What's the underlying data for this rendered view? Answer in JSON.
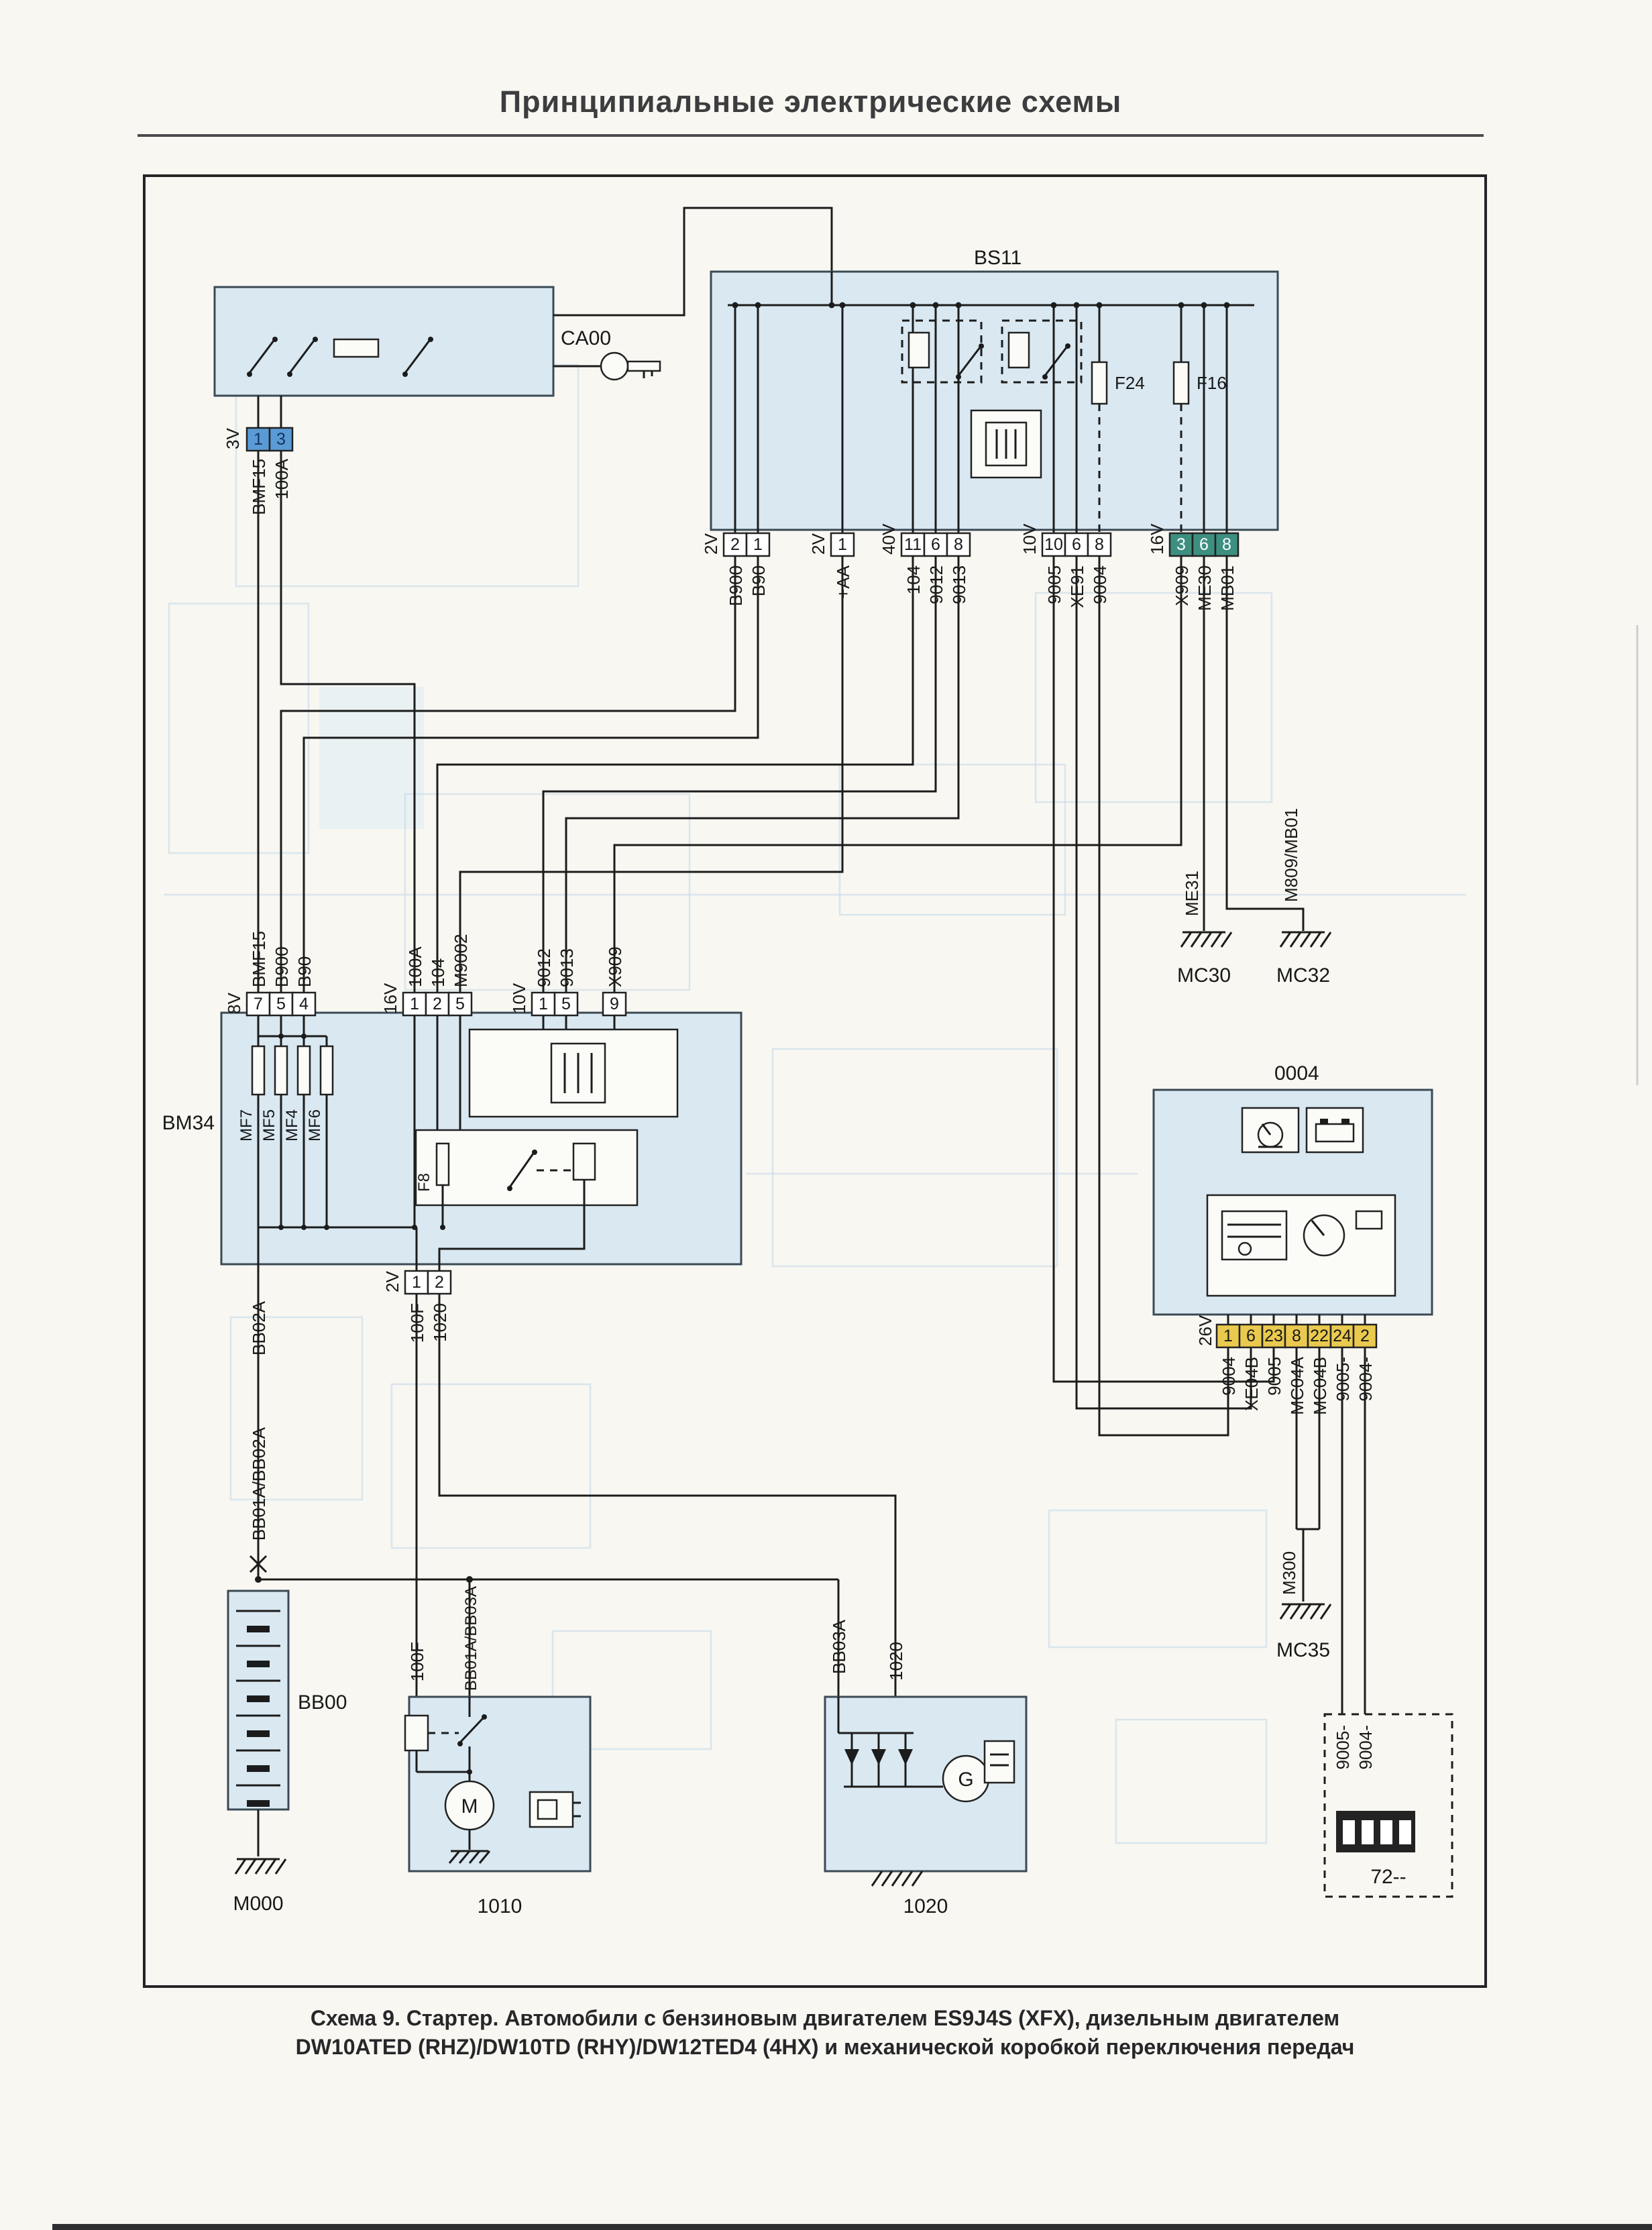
{
  "page": {
    "title": "Принципиальные электрические схемы",
    "caption_line1": "Схема 9. Стартер. Автомобили с бензиновым двигателем ES9J4S (XFX), дизельным двигателем",
    "caption_line2": "DW10ATED (RHZ)/DW10TD (RHY)/DW12TED4 (4HX) и механической коробкой переключения передач"
  },
  "colors": {
    "pin_blue": "#5b9bd5",
    "pin_green": "#3d8f80",
    "pin_yellow": "#eaca4e",
    "component_fill": "#d9e8f1",
    "wire": "#1c1c1c"
  },
  "components": {
    "ca00": "CA00",
    "bs11": "BS11",
    "f24": "F24",
    "f16": "F16",
    "bm34": "BM34",
    "mf7": "MF7",
    "mf5": "MF5",
    "mf4": "MF4",
    "mf6": "MF6",
    "f8": "F8",
    "cluster": "0004",
    "battery": "BB00",
    "starter": "1010",
    "alternator": "1020",
    "connector72": "72--",
    "motor_m": "M",
    "generator_g": "G"
  },
  "grounds": {
    "m000": "M000",
    "mc30": "MC30",
    "mc32": "MC32",
    "mc35": "MC35"
  },
  "connectors": {
    "v3": "3V",
    "v2": "2V",
    "v40": "40V",
    "v10": "10V",
    "v16": "16V",
    "v8": "8V",
    "v26": "26V"
  },
  "pins": {
    "p3v": [
      "1",
      "3"
    ],
    "bs11_2v": [
      "2",
      "1"
    ],
    "bs11_2v_b": [
      "1"
    ],
    "bs11_40v": [
      "11",
      "6",
      "8"
    ],
    "bs11_10v": [
      "10",
      "6",
      "8"
    ],
    "bs11_16v": [
      "3",
      "6",
      "8"
    ],
    "bm34_8v": [
      "7",
      "5",
      "4"
    ],
    "bm34_16v": [
      "1",
      "2",
      "5"
    ],
    "bm34_10v": [
      "1",
      "5"
    ],
    "bm34_x9": "9",
    "bm34_2v": [
      "1",
      "2"
    ],
    "cl_26v": [
      "1",
      "6",
      "23",
      "8",
      "22",
      "24",
      "2"
    ]
  },
  "wires": {
    "bmf15": "BMF15",
    "a100": "100A",
    "b900": "B900",
    "b90": "B90",
    "aa": "+AA",
    "n104": "104",
    "n9012": "9012",
    "n9013": "9013",
    "n9005": "9005",
    "xe91": "XE91",
    "n9004": "9004",
    "x909": "X909",
    "me30": "ME30",
    "mb01": "MB01",
    "m9002": "M9002",
    "me31": "ME31",
    "m809_mb01": "M809/MB01",
    "m300": "M300",
    "bb02a": "BB02A",
    "f100": "100F",
    "n1020": "1020",
    "bb01a_bb02a": "BB01A/BB02A",
    "bb01a_bb03a": "BB01A/BB03A",
    "bb03a": "BB03A",
    "xe04b": "XE04B",
    "mc04a": "MC04A",
    "mc04b": "MC04B",
    "n9005m": "9005-",
    "n9004m": "9004-"
  }
}
